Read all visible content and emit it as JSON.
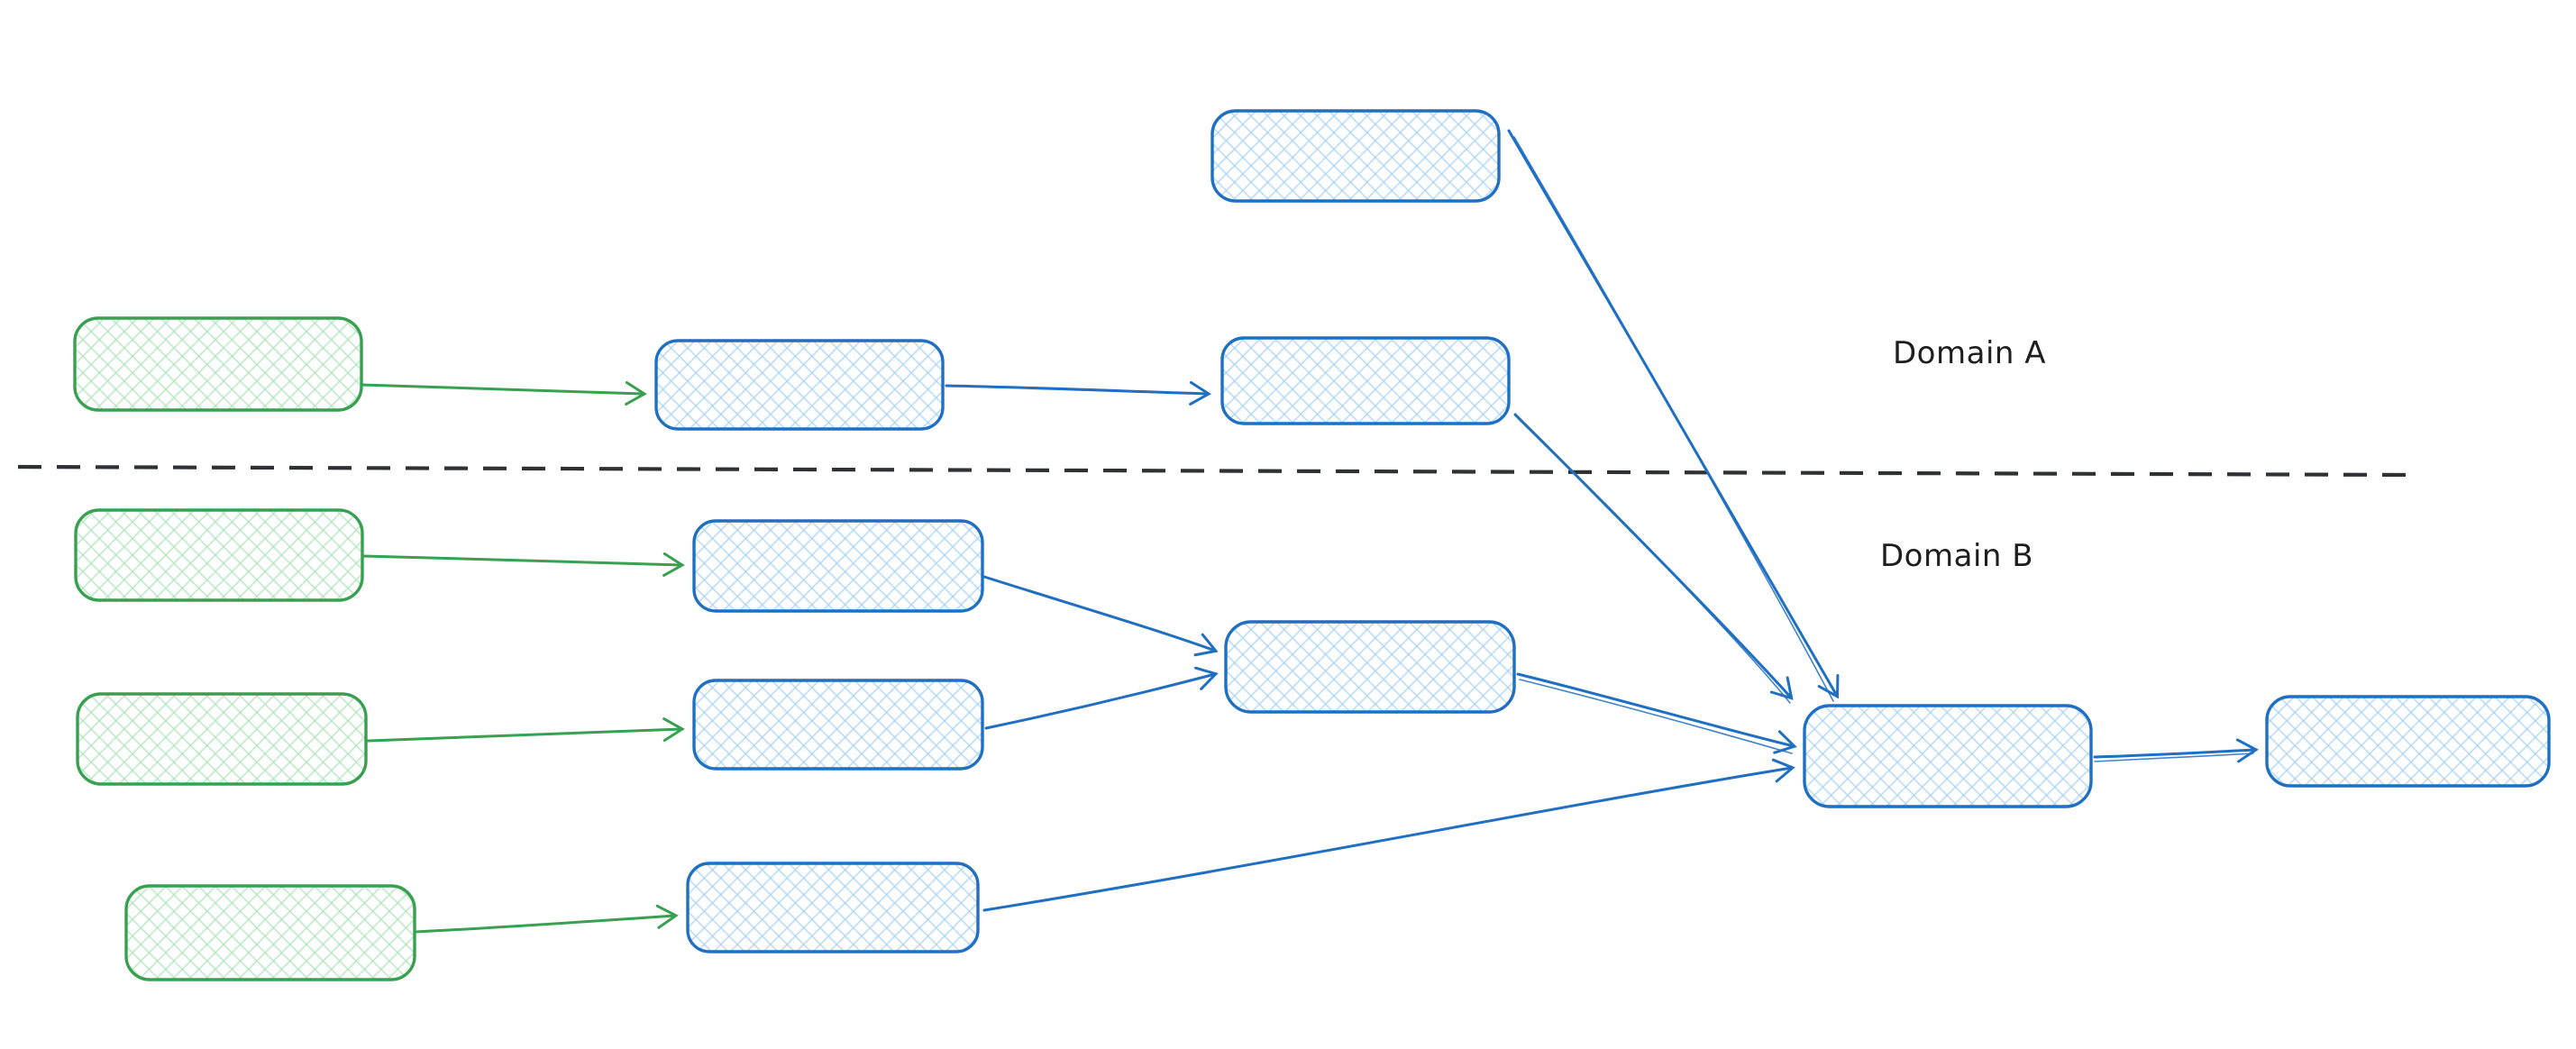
{
  "labels": {
    "domain_a": "Domain A",
    "domain_b": "Domain B"
  },
  "colors": {
    "background": "#ffffff",
    "blue_stroke": "#1f6fc2",
    "blue_hatch": "#a9d2f2",
    "green_stroke": "#38a050",
    "green_hatch": "#aee2ba",
    "divider": "#2f3133",
    "text": "#1e1e1e"
  },
  "nodes": [
    {
      "id": "a-top-source-node",
      "domain": "A",
      "color": "blue"
    },
    {
      "id": "a-source-node",
      "domain": "A",
      "color": "green"
    },
    {
      "id": "a-stage1-node",
      "domain": "A",
      "color": "blue"
    },
    {
      "id": "a-stage2-node",
      "domain": "A",
      "color": "blue"
    },
    {
      "id": "b-source-1-node",
      "domain": "B",
      "color": "green"
    },
    {
      "id": "b-stage1-1-node",
      "domain": "B",
      "color": "blue"
    },
    {
      "id": "b-source-2-node",
      "domain": "B",
      "color": "green"
    },
    {
      "id": "b-stage1-2-node",
      "domain": "B",
      "color": "blue"
    },
    {
      "id": "b-source-3-node",
      "domain": "B",
      "color": "green"
    },
    {
      "id": "b-stage1-3-node",
      "domain": "B",
      "color": "blue"
    },
    {
      "id": "b-merge-node",
      "domain": "B",
      "color": "blue"
    },
    {
      "id": "aggregate-node",
      "domain": "B",
      "color": "blue"
    },
    {
      "id": "output-node",
      "domain": "B",
      "color": "blue"
    }
  ],
  "arrows": [
    {
      "from": "a-source-node",
      "to": "a-stage1-node",
      "color": "green"
    },
    {
      "from": "a-stage1-node",
      "to": "a-stage2-node",
      "color": "blue"
    },
    {
      "from": "a-top-source-node",
      "to": "aggregate-node",
      "color": "blue"
    },
    {
      "from": "a-stage2-node",
      "to": "aggregate-node",
      "color": "blue"
    },
    {
      "from": "b-source-1-node",
      "to": "b-stage1-1-node",
      "color": "green"
    },
    {
      "from": "b-source-2-node",
      "to": "b-stage1-2-node",
      "color": "green"
    },
    {
      "from": "b-source-3-node",
      "to": "b-stage1-3-node",
      "color": "green"
    },
    {
      "from": "b-stage1-1-node",
      "to": "b-merge-node",
      "color": "blue"
    },
    {
      "from": "b-stage1-2-node",
      "to": "b-merge-node",
      "color": "blue"
    },
    {
      "from": "b-merge-node",
      "to": "aggregate-node",
      "color": "blue"
    },
    {
      "from": "b-stage1-3-node",
      "to": "aggregate-node",
      "color": "blue"
    },
    {
      "from": "aggregate-node",
      "to": "output-node",
      "color": "blue"
    }
  ]
}
